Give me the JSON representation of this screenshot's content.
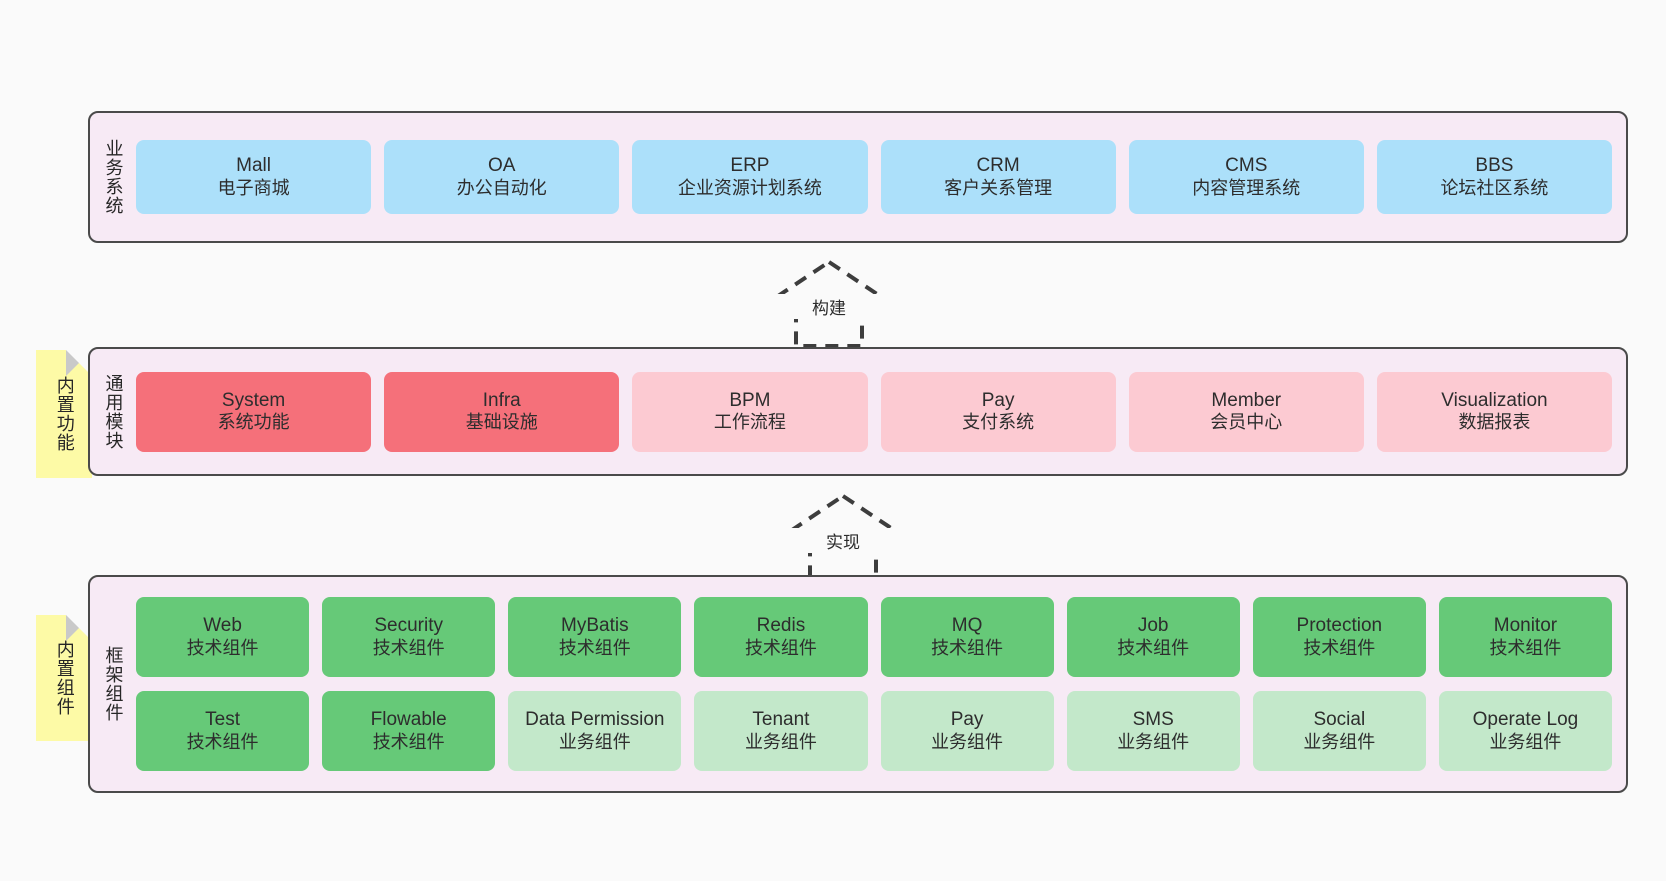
{
  "diagram": {
    "title_hidden": "",
    "colors": {
      "background": "#fafafa",
      "band_fill": "#f7eaf5",
      "band_border": "#4a4a4a",
      "business_card": "#ace0fa",
      "module_primary": "#f5707a",
      "module_secondary": "#fccad2",
      "component_tech": "#66c978",
      "component_biz": "#c3e8ca",
      "note": "#fdfaa6"
    }
  },
  "layers": [
    {
      "key": "business",
      "title": "业务系统",
      "note": null,
      "rows": [
        [
          {
            "en": "Mall",
            "cn": "电子商城",
            "style": "c-blue"
          },
          {
            "en": "OA",
            "cn": "办公自动化",
            "style": "c-blue"
          },
          {
            "en": "ERP",
            "cn": "企业资源计划系统",
            "style": "c-blue"
          },
          {
            "en": "CRM",
            "cn": "客户关系管理",
            "style": "c-blue"
          },
          {
            "en": "CMS",
            "cn": "内容管理系统",
            "style": "c-blue"
          },
          {
            "en": "BBS",
            "cn": "论坛社区系统",
            "style": "c-blue"
          }
        ]
      ]
    },
    {
      "key": "modules",
      "title": "通用模块",
      "note": "内置功能",
      "rows": [
        [
          {
            "en": "System",
            "cn": "系统功能",
            "style": "c-red"
          },
          {
            "en": "Infra",
            "cn": "基础设施",
            "style": "c-red"
          },
          {
            "en": "BPM",
            "cn": "工作流程",
            "style": "c-pink"
          },
          {
            "en": "Pay",
            "cn": "支付系统",
            "style": "c-pink"
          },
          {
            "en": "Member",
            "cn": "会员中心",
            "style": "c-pink"
          },
          {
            "en": "Visualization",
            "cn": "数据报表",
            "style": "c-pink"
          }
        ]
      ]
    },
    {
      "key": "framework",
      "title": "框架组件",
      "note": "内置组件",
      "rows": [
        [
          {
            "en": "Web",
            "cn": "技术组件",
            "style": "c-green"
          },
          {
            "en": "Security",
            "cn": "技术组件",
            "style": "c-green"
          },
          {
            "en": "MyBatis",
            "cn": "技术组件",
            "style": "c-green"
          },
          {
            "en": "Redis",
            "cn": "技术组件",
            "style": "c-green"
          },
          {
            "en": "MQ",
            "cn": "技术组件",
            "style": "c-green"
          },
          {
            "en": "Job",
            "cn": "技术组件",
            "style": "c-green"
          },
          {
            "en": "Protection",
            "cn": "技术组件",
            "style": "c-green"
          },
          {
            "en": "Monitor",
            "cn": "技术组件",
            "style": "c-green"
          }
        ],
        [
          {
            "en": "Test",
            "cn": "技术组件",
            "style": "c-green"
          },
          {
            "en": "Flowable",
            "cn": "技术组件",
            "style": "c-green"
          },
          {
            "en": "Data Permission",
            "cn": "业务组件",
            "style": "c-lightgreen"
          },
          {
            "en": "Tenant",
            "cn": "业务组件",
            "style": "c-lightgreen"
          },
          {
            "en": "Pay",
            "cn": "业务组件",
            "style": "c-lightgreen"
          },
          {
            "en": "SMS",
            "cn": "业务组件",
            "style": "c-lightgreen"
          },
          {
            "en": "Social",
            "cn": "业务组件",
            "style": "c-lightgreen"
          },
          {
            "en": "Operate Log",
            "cn": "业务组件",
            "style": "c-lightgreen"
          }
        ]
      ]
    }
  ],
  "arrows": [
    {
      "key": "build",
      "label": "构建",
      "from": "modules",
      "to": "business"
    },
    {
      "key": "implement",
      "label": "实现",
      "from": "framework",
      "to": "modules"
    }
  ]
}
